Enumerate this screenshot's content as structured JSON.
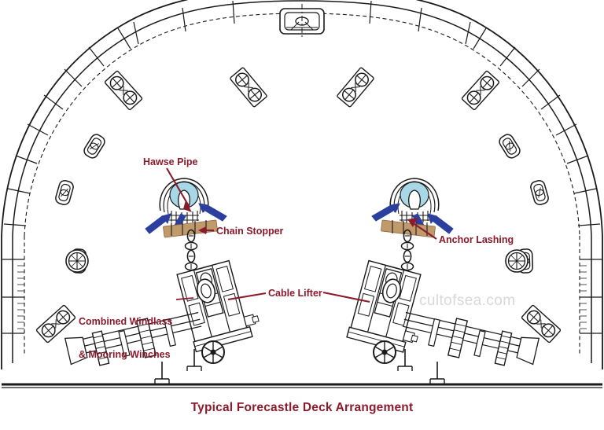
{
  "title": "Typical Forecastle Deck Arrangement",
  "watermark": "cultofsea.com",
  "colors": {
    "label_text": "#8B1A2B",
    "leader_line": "#8B1A2B",
    "hawse_pipe_fill": "#A8D8E8",
    "chain_stopper_fill": "#C19A6B",
    "lashing_arrow": "#2B3F9E",
    "line_work": "#1a1a1a",
    "watermark": "#d8d8d8",
    "background": "#ffffff"
  },
  "labels": {
    "hawse_pipe": "Hawse Pipe",
    "chain_stopper": "Chain Stopper",
    "anchor_lashing": "Anchor Lashing",
    "cable_lifter": "Cable Lifter",
    "combined_windlass_line1": "Combined Windlass",
    "combined_windlass_line2": "& Mooring Winches"
  },
  "diagram": {
    "type": "technical-drawing",
    "subject": "ship forecastle deck plan view",
    "view": "plan view looking down on bow",
    "symmetry": "port / starboard mirrored about bow centerline",
    "components": [
      {
        "name": "bulwark-outline",
        "description": "curved bow bulwark with dashed inner deck edge line",
        "count": 1
      },
      {
        "name": "bow-center-chock",
        "description": "panama chock at stem head on centerline",
        "count": 1
      },
      {
        "name": "mooring-chock",
        "description": "rounded-rectangle fairlead chocks set in bulwark",
        "count": 6
      },
      {
        "name": "double-bollard",
        "description": "rotated rectangle base with two crossed circles (bitts)",
        "count": 6
      },
      {
        "name": "capstan",
        "description": "circular capstan / warping head",
        "count": 2
      },
      {
        "name": "hawse-pipe",
        "description": "anchor hawse pipe opening, shaded blue",
        "count": 2
      },
      {
        "name": "chain-stopper",
        "description": "brown/tan bar across chain, bow stopper",
        "count": 2
      },
      {
        "name": "anchor-chain",
        "description": "stud-link chain run from hawse pipe to cable lifter",
        "count": 2
      },
      {
        "name": "windlass",
        "description": "combined windlass with cable lifter gypsy and mooring drums",
        "count": 2
      },
      {
        "name": "warping-drum",
        "description": "mooring winch drum on windlass shaft",
        "count": 4
      },
      {
        "name": "handwheel",
        "description": "brake / clutch handwheel",
        "count": 2
      },
      {
        "name": "deck-aft-edge",
        "description": "thick horizontal line marking aft edge of forecastle deck",
        "count": 1
      }
    ]
  }
}
